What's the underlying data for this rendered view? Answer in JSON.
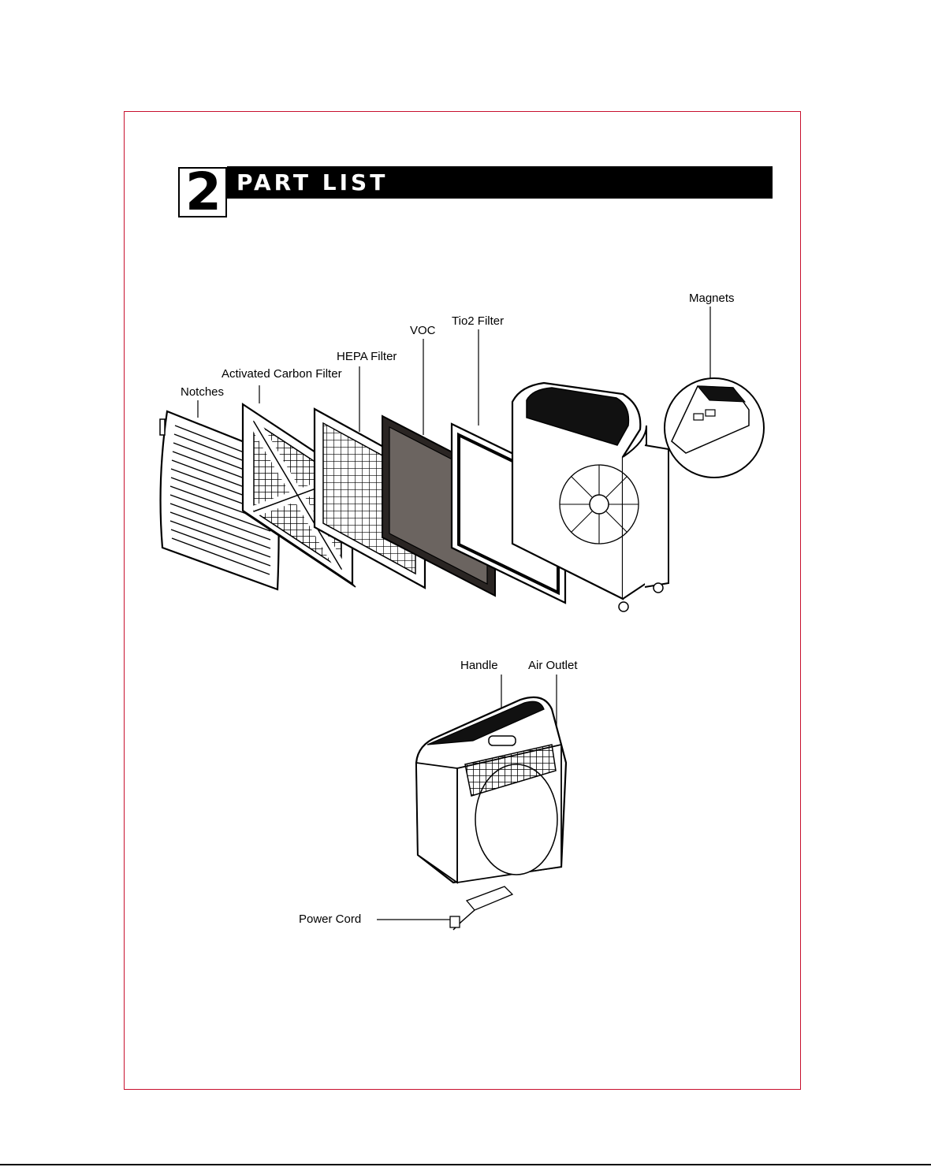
{
  "section": {
    "number": "2",
    "title": "PART LIST"
  },
  "labels": {
    "magnets": "Magnets",
    "tio2_filter": "Tio2 Filter",
    "voc": "VOC",
    "hepa_filter": "HEPA Filter",
    "activated_carbon_filter": "Activated Carbon Filter",
    "notches": "Notches",
    "handle": "Handle",
    "air_outlet": "Air Outlet",
    "power_cord": "Power Cord"
  },
  "colors": {
    "frame": "#c8102e",
    "ink": "#000000",
    "voc_fill": "#6b6460"
  }
}
